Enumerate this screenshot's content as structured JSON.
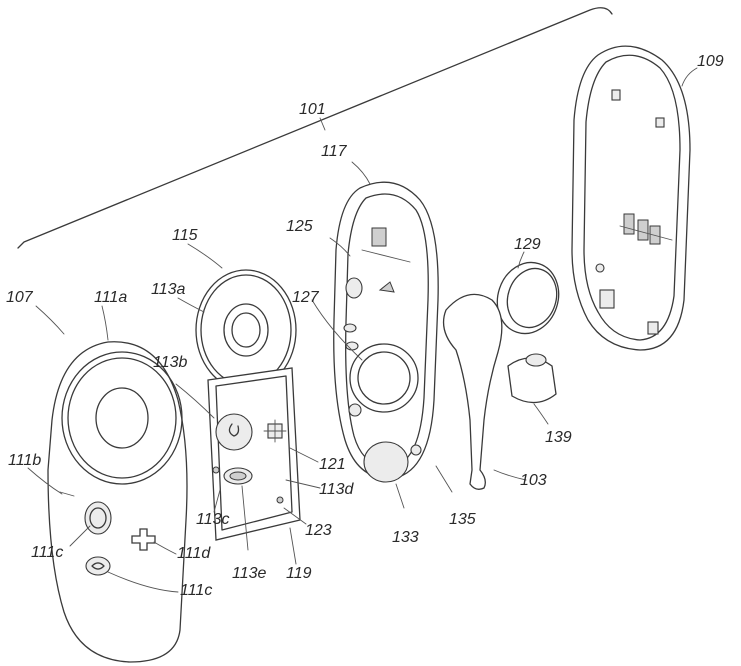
{
  "labels": {
    "l101": "101",
    "l109": "109",
    "l117": "117",
    "l115": "115",
    "l125": "125",
    "l129": "129",
    "l107": "107",
    "l111a": "111a",
    "l113a": "113a",
    "l127": "127",
    "l113b": "113b",
    "l111b": "111b",
    "l121": "121",
    "l113d": "113d",
    "l139": "139",
    "l103": "103",
    "l111c_left": "111c",
    "l113c": "113c",
    "l123": "123",
    "l133": "133",
    "l135": "135",
    "l111d": "111d",
    "l113e": "113e",
    "l119": "119",
    "l111c_bottom": "111c"
  }
}
